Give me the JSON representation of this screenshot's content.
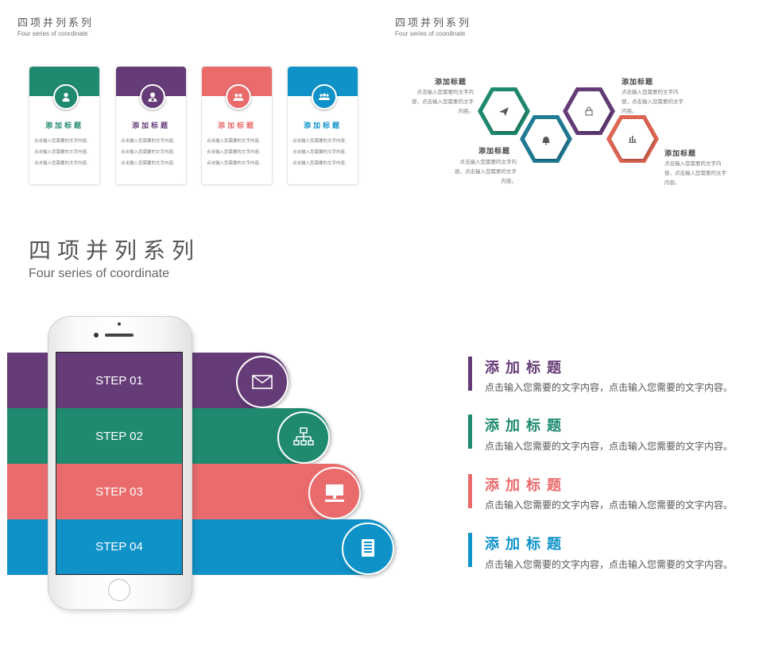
{
  "colors": {
    "green": "#1f8a70",
    "purple": "#653c78",
    "coral": "#ea6b6c",
    "blue": "#0f92c8",
    "hex_blue": "#1f7c94"
  },
  "slide1": {
    "title": "四项并列系列",
    "subtitle": "Four series of coordinate",
    "cards": [
      {
        "title": "添加标题",
        "icon": "user-icon",
        "lines": [
          "点击输入您需要的文字内容,",
          "点击输入您需要的文字内容,",
          "点击输入您需要的文字内容,"
        ]
      },
      {
        "title": "添加标题",
        "icon": "person-badge-icon",
        "lines": [
          "点击输入您需要的文字内容,",
          "点击输入您需要的文字内容,",
          "点击输入您需要的文字内容,"
        ]
      },
      {
        "title": "添加标题",
        "icon": "group-icon",
        "lines": [
          "点击输入您需要的文字内容,",
          "点击输入您需要的文字内容,",
          "点击输入您需要的文字内容,"
        ]
      },
      {
        "title": "添加标题",
        "icon": "team-icon",
        "lines": [
          "点击输入您需要的文字内容,",
          "点击输入您需要的文字内容,",
          "点击输入您需要的文字内容,"
        ]
      }
    ]
  },
  "slide2": {
    "title": "四项并列系列",
    "subtitle": "Four series of coordinate",
    "items": [
      {
        "title": "添加标题",
        "icon": "paper-plane-icon",
        "lines": [
          "点击输入您需要的文字内",
          "容，点击输入您需要的文字",
          "内容。"
        ]
      },
      {
        "title": "添加标题",
        "icon": "bell-icon",
        "lines": [
          "点击输入您需要的文字内",
          "容，点击输入您需要的文字",
          "内容。"
        ]
      },
      {
        "title": "添加标题",
        "icon": "lock-icon",
        "lines": [
          "点击输入您需要的文字内",
          "容，点击输入您需要的文字",
          "内容。"
        ]
      },
      {
        "title": "添加标题",
        "icon": "bar-chart-icon",
        "lines": [
          "点击输入您需要的文字内",
          "容，点击输入您需要的文字",
          "内容。"
        ]
      }
    ]
  },
  "slide3": {
    "title": "四项并列系列",
    "subtitle": "Four series of coordinate",
    "steps": [
      {
        "label": "STEP 01",
        "icon": "mail-icon"
      },
      {
        "label": "STEP 02",
        "icon": "network-icon"
      },
      {
        "label": "STEP 03",
        "icon": "computer-icon"
      },
      {
        "label": "STEP 04",
        "icon": "notebook-icon"
      }
    ],
    "items": [
      {
        "title": "添加标题",
        "text": "点击输入您需要的文字内容，点击输入您需要的文字内容。"
      },
      {
        "title": "添加标题",
        "text": "点击输入您需要的文字内容，点击输入您需要的文字内容。"
      },
      {
        "title": "添加标题",
        "text": "点击输入您需要的文字内容，点击输入您需要的文字内容。"
      },
      {
        "title": "添加标题",
        "text": "点击输入您需要的文字内容，点击输入您需要的文字内容。"
      }
    ]
  }
}
